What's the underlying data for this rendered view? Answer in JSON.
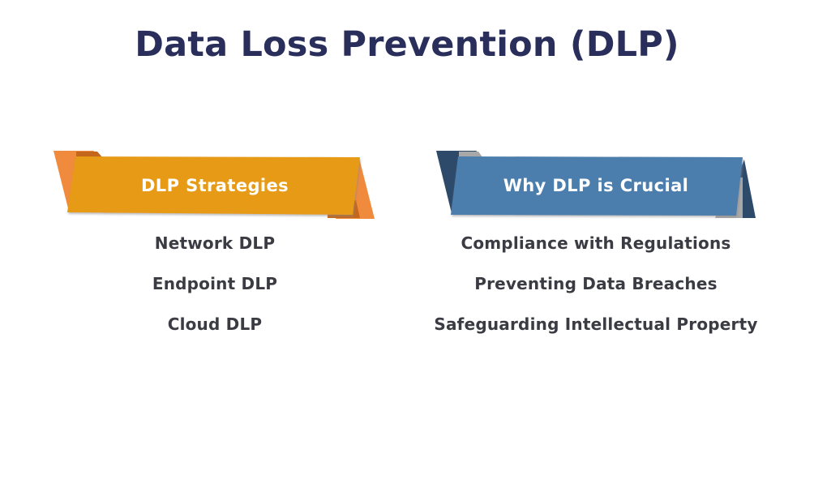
{
  "title": "Data Loss Prevention (DLP)",
  "colors": {
    "title_text": "#2A2E5B",
    "item_text": "#3B3B43",
    "ribbon_label_text": "#ffffff",
    "orange": {
      "panel": "#E69A15",
      "back": "#F08A3C",
      "fold": "#C4661B"
    },
    "blue": {
      "panel": "#4C7EAC",
      "back": "#2D4A6B",
      "fold": "#A8A8A8"
    }
  },
  "sections": [
    {
      "header": "DLP Strategies",
      "items": [
        "Network DLP",
        "Endpoint DLP",
        "Cloud DLP"
      ]
    },
    {
      "header": "Why DLP is Crucial",
      "items": [
        "Compliance with Regulations",
        "Preventing Data Breaches",
        "Safeguarding Intellectual Property"
      ]
    }
  ]
}
